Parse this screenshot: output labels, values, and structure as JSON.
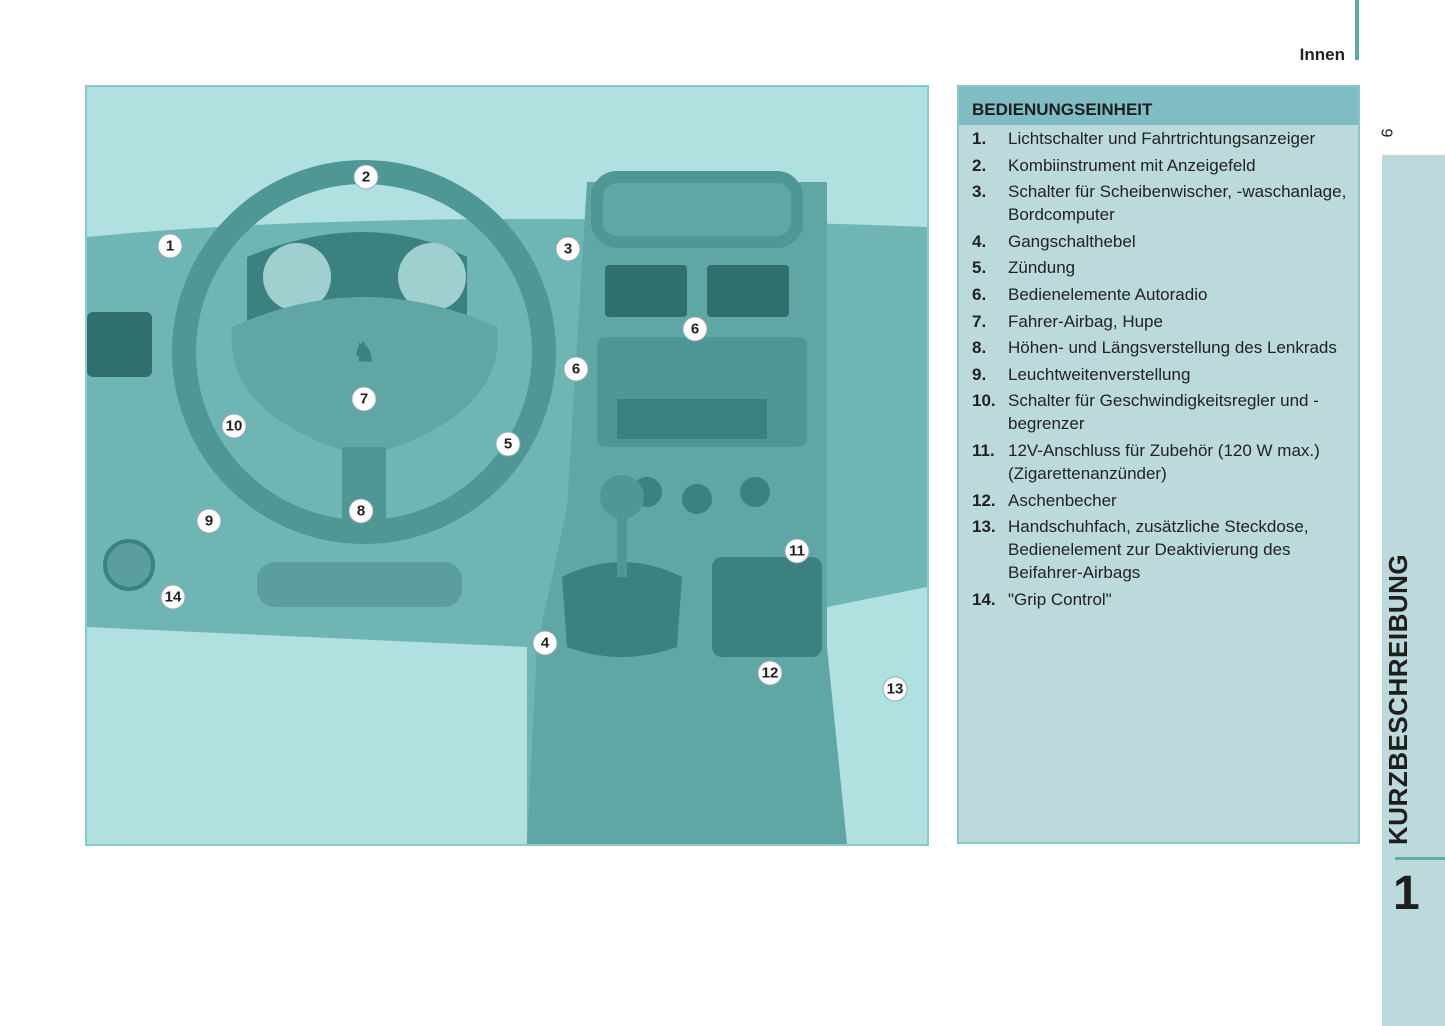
{
  "header": {
    "section": "Innen",
    "page_number": "9"
  },
  "figure": {
    "callouts": [
      "1",
      "2",
      "3",
      "4",
      "5",
      "6",
      "6",
      "7",
      "8",
      "9",
      "10",
      "11",
      "12",
      "13",
      "14"
    ]
  },
  "panel": {
    "title": "BEDIENUNGSEINHEIT",
    "items": [
      {
        "num": "1.",
        "text": "Lichtschalter und Fahrtrichtungsanzeiger"
      },
      {
        "num": "2.",
        "text": "Kombiinstrument mit Anzeigefeld"
      },
      {
        "num": "3.",
        "text": "Schalter für Scheibenwischer, -waschanlage, Bordcomputer"
      },
      {
        "num": "4.",
        "text": "Gangschalthebel"
      },
      {
        "num": "5.",
        "text": "Zündung"
      },
      {
        "num": "6.",
        "text": "Bedienelemente Autoradio"
      },
      {
        "num": "7.",
        "text": "Fahrer-Airbag, Hupe"
      },
      {
        "num": "8.",
        "text": "Höhen- und Längsverstellung des Lenkrads"
      },
      {
        "num": "9.",
        "text": "Leuchtweitenverstellung"
      },
      {
        "num": "10.",
        "text": "Schalter für Geschwindigkeitsregler und -begrenzer"
      },
      {
        "num": "11.",
        "text": "12V-Anschluss für Zubehör (120 W max.) (Zigarettenanzünder)"
      },
      {
        "num": "12.",
        "text": "Aschenbecher"
      },
      {
        "num": "13.",
        "text": "Handschuhfach, zusätzliche Steckdose, Bedienelement zur Deaktivierung des Beifahrer-Airbags"
      },
      {
        "num": "14.",
        "text": "\"Grip Control\""
      }
    ]
  },
  "side_tab": {
    "label": "KURZBESCHREIBUNG",
    "chapter": "1"
  },
  "colors": {
    "accent": "#5fa9ad",
    "panel_head": "#7fbcc3",
    "panel_body": "#bcdadc",
    "figure_bg": "#b1e0e1"
  }
}
